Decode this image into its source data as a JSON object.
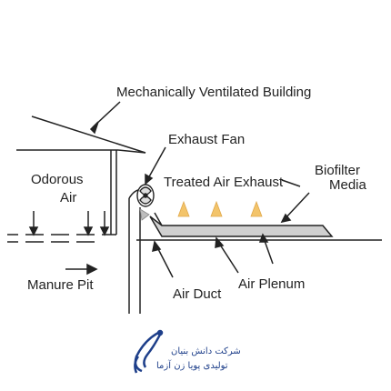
{
  "labels": {
    "title": "Mechanically Ventilated Building",
    "exhaust_fan": "Exhaust Fan",
    "biofilter_line1": "Biofilter",
    "biofilter_line2": "Media",
    "treated_air": "Treated Air Exhaust",
    "odorous_line1": "Odorous",
    "odorous_line2": "Air",
    "manure_pit": "Manure Pit",
    "air_duct": "Air Duct",
    "air_plenum": "Air Plenum"
  },
  "logo": {
    "line1": "شرکت دانش بنیان",
    "line2": "تولیدی پویا زن آزما"
  },
  "colors": {
    "line": "#222222",
    "exhaust_arrows": "#f3c46a",
    "media_fill": "#cfcfcf",
    "logo_blue": "#1e3f8a"
  },
  "icons": {
    "exhaust_arrow": "upward-triangle-icon",
    "logo": "leaf-snake-logo-icon"
  }
}
